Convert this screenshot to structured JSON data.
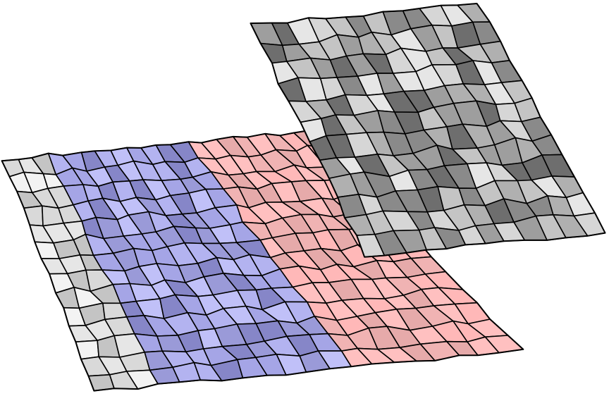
{
  "diagram": {
    "description_text": "",
    "surfaces": [
      {
        "name": "front-surface",
        "rows": 14,
        "cols": 20,
        "bands": [
          {
            "name": "white-gray-band",
            "col_start": 0,
            "col_end": 3,
            "palette": [
              "#f3f3f3",
              "#e6e6e6",
              "#d9d9d9",
              "#c4c4c4"
            ]
          },
          {
            "name": "blue-band",
            "col_start": 3,
            "col_end": 12,
            "palette": [
              "#b3b3f0",
              "#a5a5e6",
              "#9a9ad8",
              "#8686c8",
              "#c0c0f8"
            ]
          },
          {
            "name": "red-band",
            "col_start": 12,
            "col_end": 20,
            "palette": [
              "#ffc0c0",
              "#f0b3b3",
              "#e6aaaa",
              "#ffb8b8"
            ]
          }
        ]
      },
      {
        "name": "back-surface",
        "rows": 12,
        "cols": 12,
        "bands": [
          {
            "name": "gray-band",
            "col_start": 0,
            "col_end": 12,
            "palette": [
              "#6e6e6e",
              "#8a8a8a",
              "#9e9e9e",
              "#b0b0b0",
              "#c4c4c4",
              "#d6d6d6",
              "#e6e6e6"
            ]
          }
        ]
      }
    ]
  }
}
